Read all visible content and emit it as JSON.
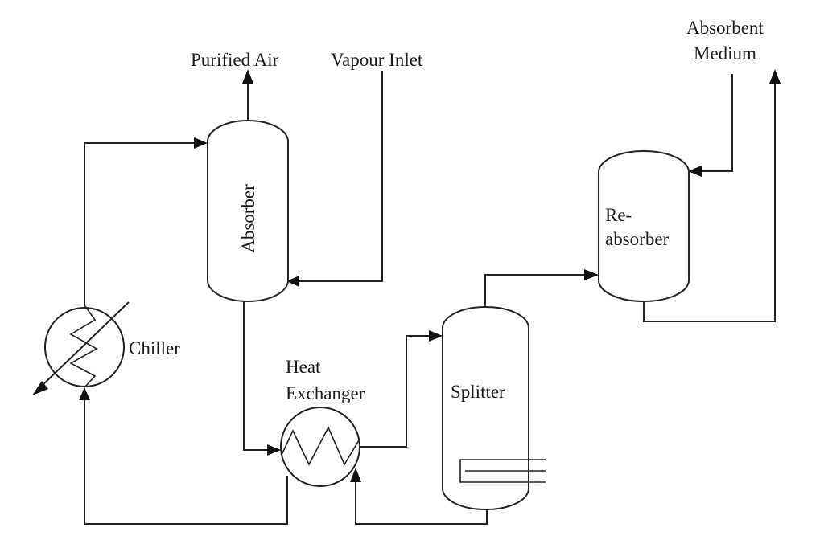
{
  "labels": {
    "purified_air": "Purified Air",
    "vapour_inlet": "Vapour Inlet",
    "absorbent_line1": "Absorbent",
    "absorbent_line2": "Medium",
    "absorber": "Absorber",
    "reabsorber_line1": "Re-",
    "reabsorber_line2": "absorber",
    "chiller": "Chiller",
    "heat_exchanger_line1": "Heat",
    "heat_exchanger_line2": "Exchanger",
    "splitter": "Splitter"
  },
  "colors": {
    "line": "#222222",
    "background": "#ffffff"
  }
}
